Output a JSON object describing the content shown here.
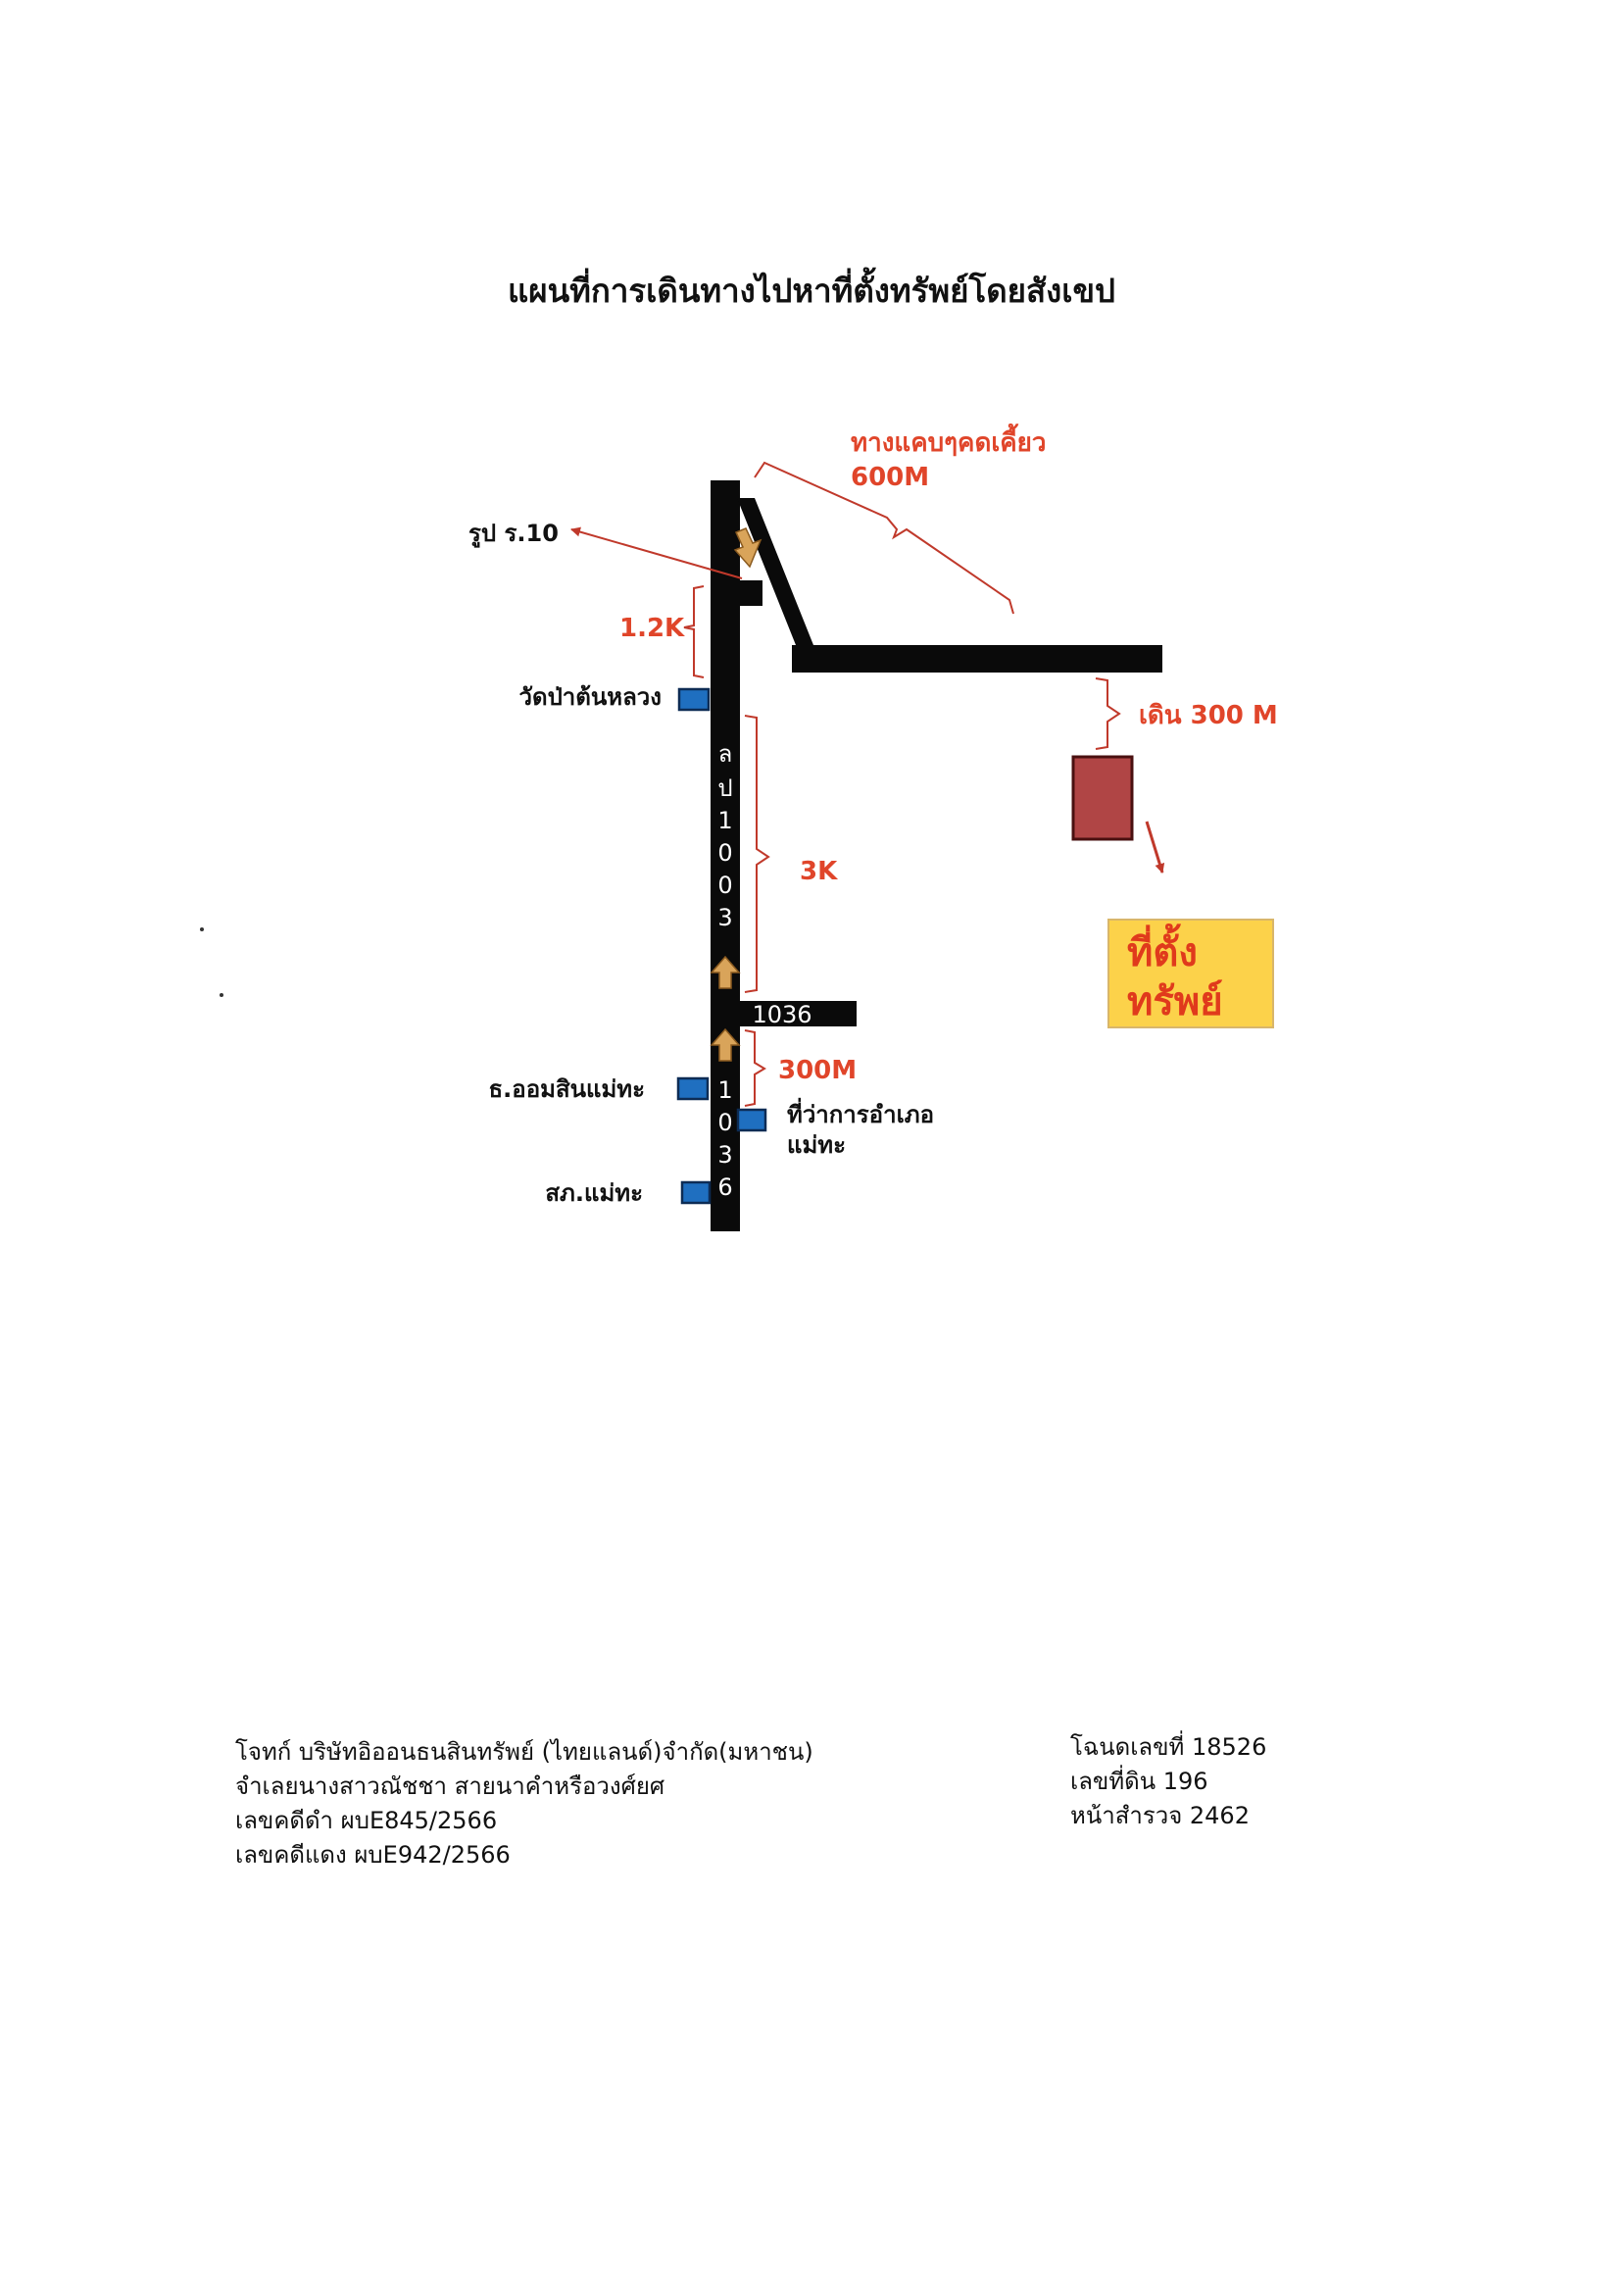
{
  "title": "แผนที่การเดินทางไปหาที่ตั้งทรัพย์โดยสังเขป",
  "labels": {
    "narrow_road": "ทางแคบๆคดเคี้ยว",
    "narrow_distance": "600M",
    "photo_ref": "รูป ร.10",
    "dist_1_2k": "1.2K",
    "temple": "วัดป่าต้นหลวง",
    "walk": "เดิน 300 M",
    "dist_3k": "3K",
    "road_1036": "1036",
    "dist_300m": "300M",
    "gsb_bank": "ธ.ออมสินแม่ทะ",
    "district_office_1": "ที่ว่าการอำเภอ",
    "district_office_2": "แม่ทะ",
    "police": "สภ.แม่ทะ",
    "site_1": "ที่ตั้ง",
    "site_2": "ทรัพย์"
  },
  "road_vertical_upper": [
    "ล",
    "ป",
    "1",
    "0",
    "0",
    "3"
  ],
  "road_vertical_lower": [
    "1",
    "0",
    "3",
    "6"
  ],
  "colors": {
    "road": "#0a0a0a",
    "red_text": "#e0452a",
    "marker_blue": "#1f6fc0",
    "plot_fill": "#b04545",
    "site_box": "#fcd24a"
  },
  "footer": {
    "left": [
      "โจทก์ บริษัทอิออนธนสินทรัพย์ (ไทยแลนด์)จำกัด(มหาชน)",
      "จำเลยนางสาวณัชชา สายนาคำหรือวงศ์ยศ",
      "เลขคดีดำ ผบE845/2566",
      "เลขคดีแดง ผบE942/2566"
    ],
    "right": [
      "โฉนดเลขที่ 18526",
      "เลขที่ดิน  196",
      "หน้าสำรวจ 2462"
    ]
  }
}
